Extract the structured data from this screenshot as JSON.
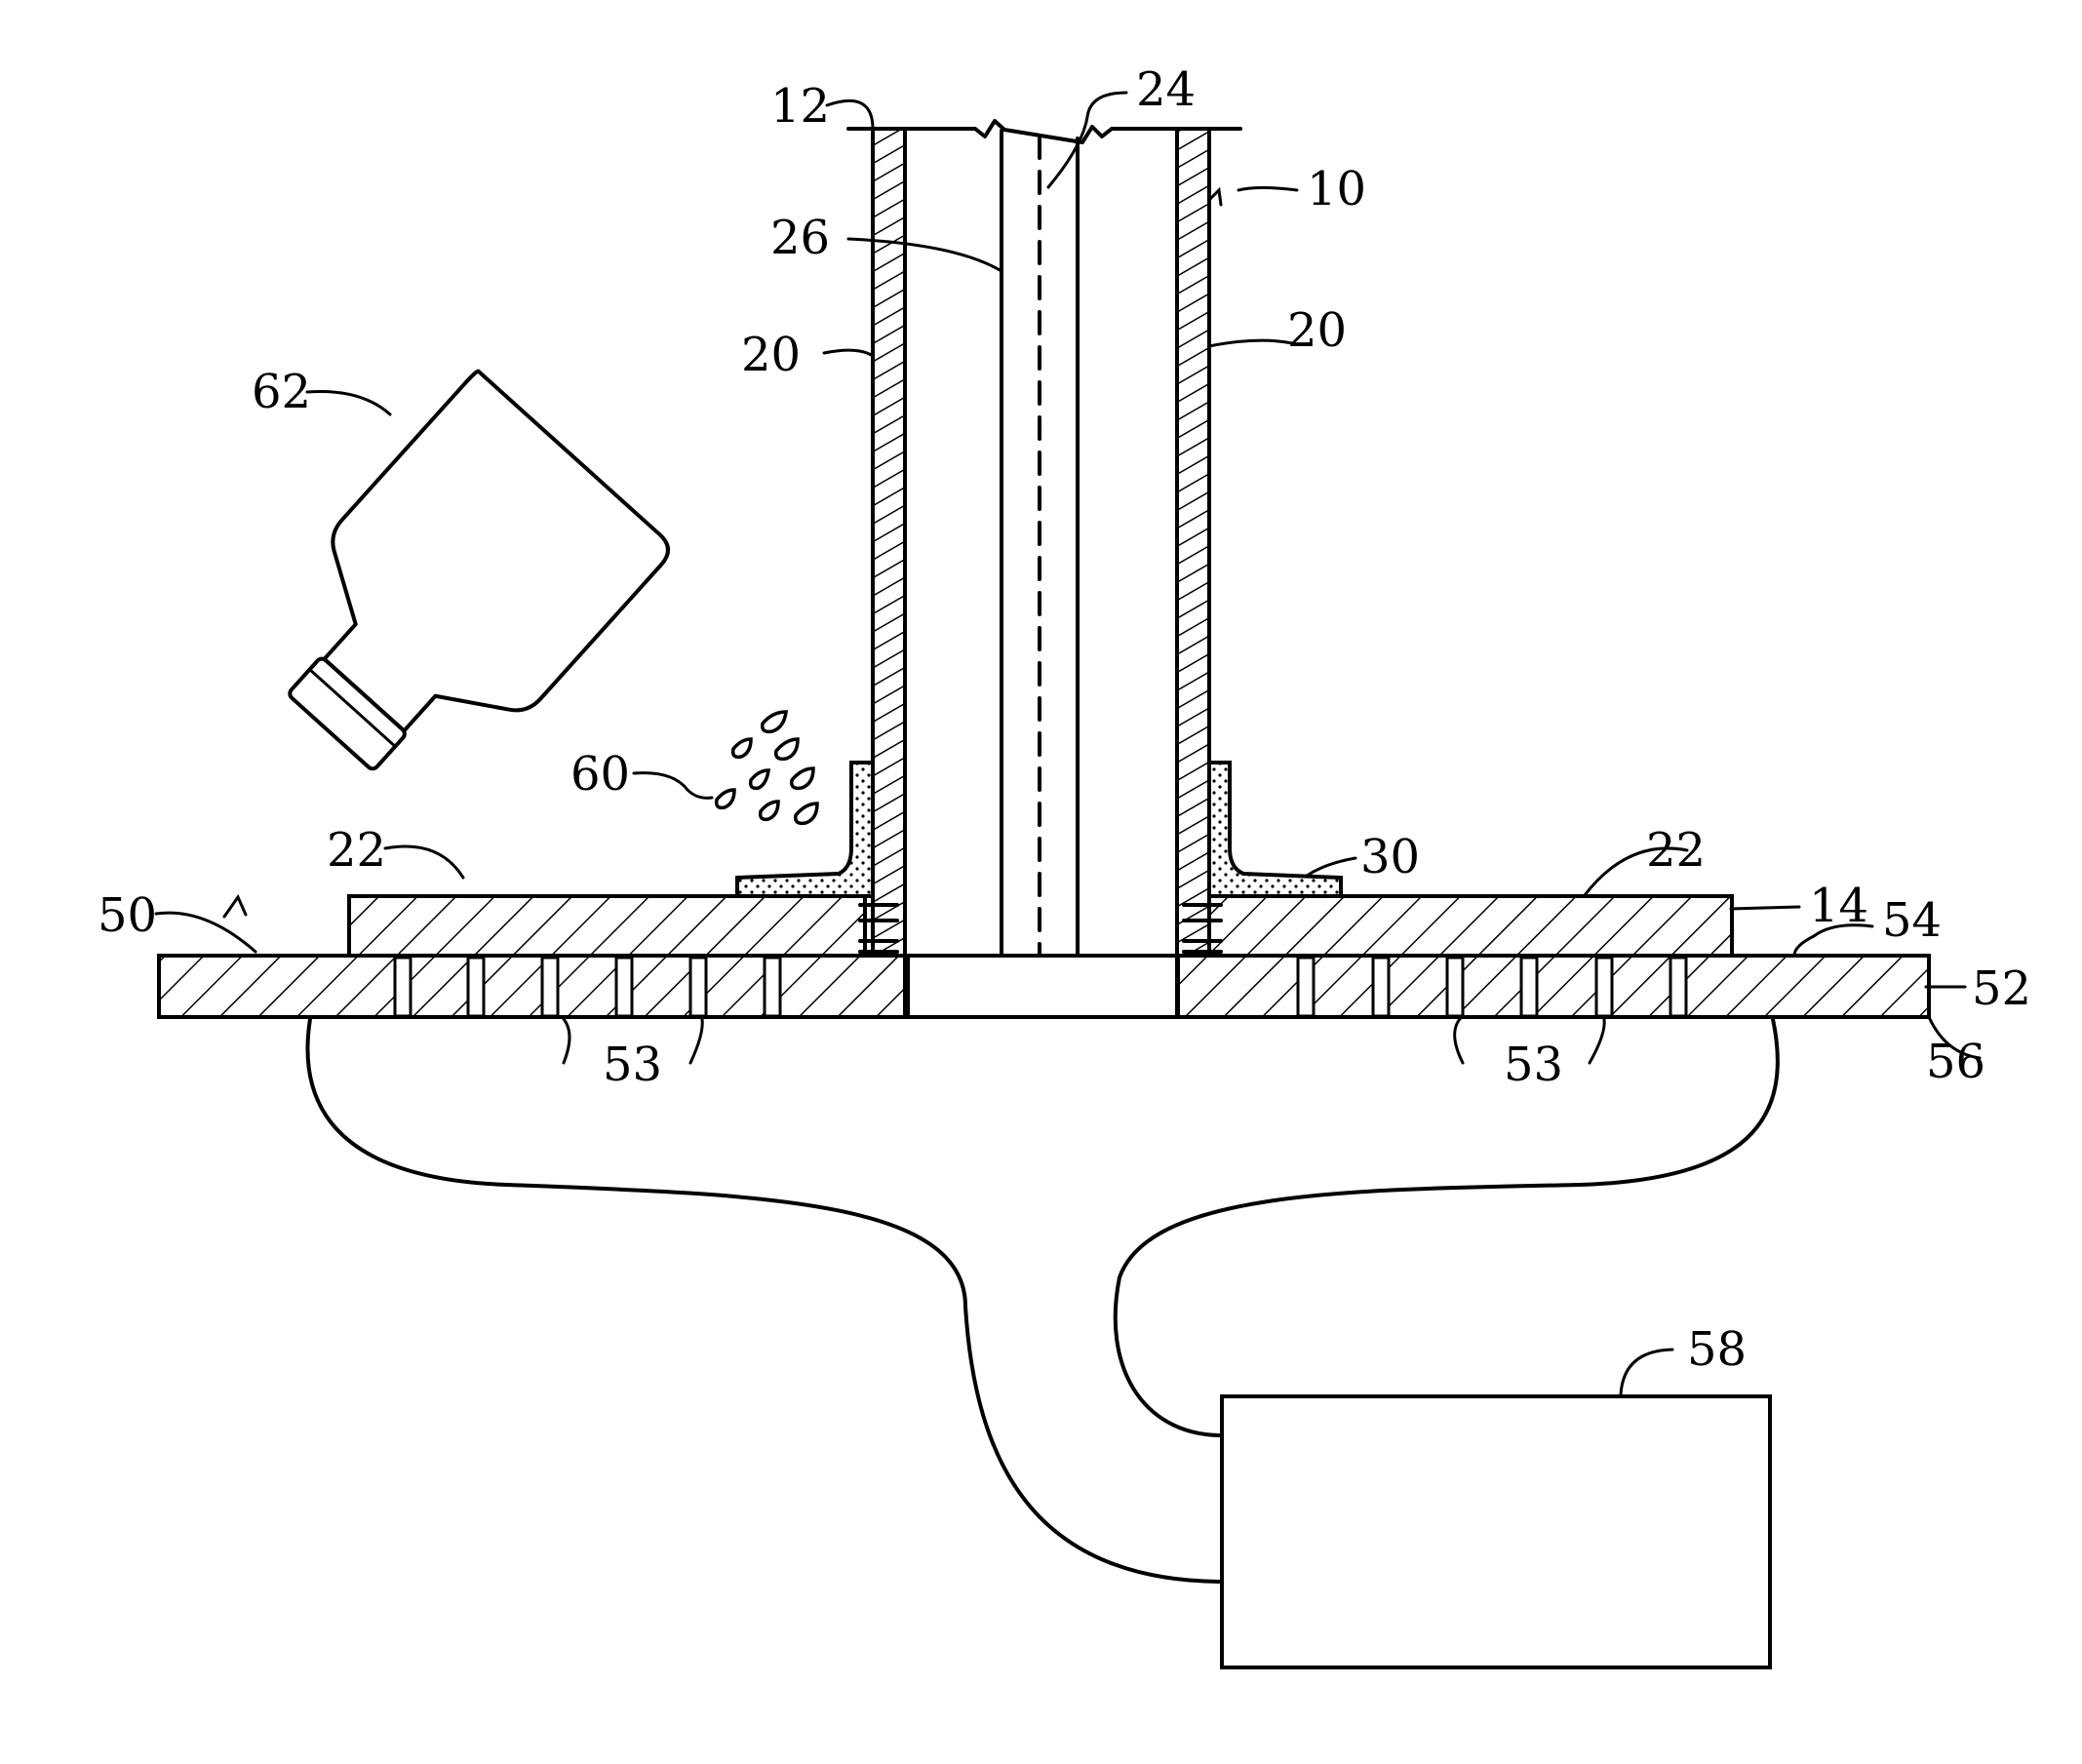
{
  "figure": {
    "colors": {
      "ink": "#000000",
      "paper": "#ffffff"
    },
    "labels": {
      "l10": "10",
      "l12": "12",
      "l14": "14",
      "l20a": "20",
      "l20b": "20",
      "l22a": "22",
      "l22b": "22",
      "l24": "24",
      "l26": "26",
      "l30": "30",
      "l50": "50",
      "l52": "52",
      "l53a": "53",
      "l53b": "53",
      "l54": "54",
      "l56": "56",
      "l58": "58",
      "l60": "60",
      "l62": "62"
    }
  }
}
